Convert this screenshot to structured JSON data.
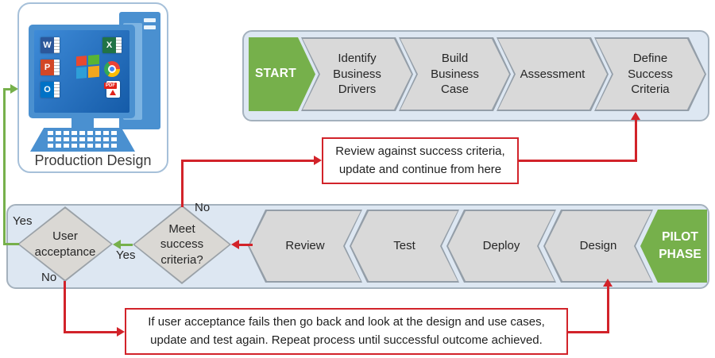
{
  "colors": {
    "accent_green": "#76b04b",
    "accent_red": "#d2232a",
    "band_fill": "#dde7f2",
    "band_border": "#a4b1bd",
    "chevron_fill": "#d9d9d9",
    "chevron_border": "#949ea8",
    "diamond_fill": "#dad8d4",
    "diamond_border": "#9aa1a7",
    "text_dark": "#262626",
    "computer_blue": "#4a90d0",
    "screen_blue_1": "#3e8bd8",
    "screen_blue_2": "#155ba8",
    "word_blue": "#2b579a",
    "excel_green": "#217346",
    "powerpoint_red": "#d24726",
    "outlook_blue": "#0072c6",
    "pdf_red": "#e2231a",
    "win_red": "#e8492f",
    "win_green": "#58b434",
    "win_blue": "#2e9fd8",
    "win_yellow": "#f3a61d",
    "chrome_red": "#ea4335",
    "chrome_yellow": "#fbbc05",
    "chrome_green": "#34a853",
    "chrome_blue": "#4285f4"
  },
  "production": {
    "label": "Production Design",
    "pdf_label": "PDF",
    "app_icons": [
      {
        "name": "word-icon",
        "letter": "W"
      },
      {
        "name": "powerpoint-icon",
        "letter": "P"
      },
      {
        "name": "outlook-icon",
        "letter": "O"
      },
      {
        "name": "excel-icon",
        "letter": "X"
      }
    ]
  },
  "top_band": {
    "start": "START",
    "steps": [
      {
        "label": "Identify\nBusiness\nDrivers"
      },
      {
        "label": "Build\nBusiness\nCase"
      },
      {
        "label": "Assessment"
      },
      {
        "label": "Define\nSuccess\nCriteria"
      }
    ]
  },
  "bottom_band": {
    "pilot": "PILOT\nPHASE",
    "steps": [
      {
        "label": "Review"
      },
      {
        "label": "Test"
      },
      {
        "label": "Deploy"
      },
      {
        "label": "Design"
      }
    ],
    "decisions": [
      {
        "label": "User\nacceptance"
      },
      {
        "label": "Meet\nsuccess\ncriteria?"
      }
    ],
    "labels": {
      "outer_yes": "Yes",
      "under_no": "No",
      "mid_yes": "Yes",
      "top_no": "No"
    }
  },
  "callouts": {
    "review_note": "Review against success criteria,\nupdate and continue from here",
    "acceptance_note": "If user acceptance fails then go back and look at the design and use cases,\nupdate and test again. Repeat process until successful outcome achieved."
  }
}
